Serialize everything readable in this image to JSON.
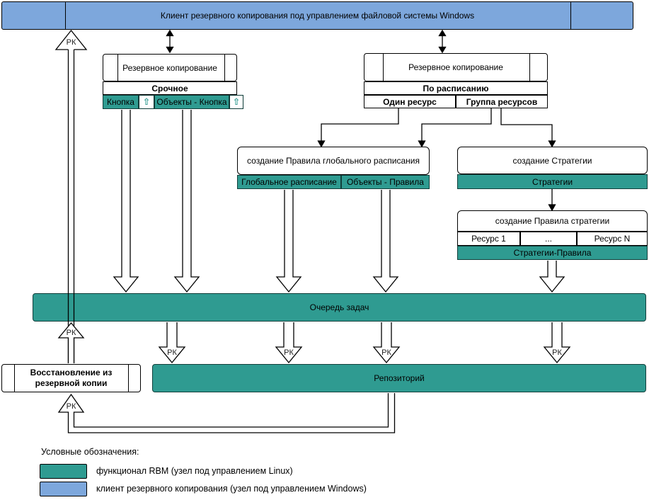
{
  "top_bar": {
    "label": "Клиент резервного копирования под управлением файловой системы Windows"
  },
  "backup_urgent": {
    "title": "Резервное копирование",
    "mode": "Срочное",
    "cells": {
      "button": "Кнопка",
      "objects_button": "Объекты - Кнопка"
    },
    "icon": "⇧"
  },
  "backup_scheduled": {
    "title": "Резервное копирование",
    "mode": "По расписанию",
    "cells": {
      "single": "Один ресурс",
      "group": "Группа ресурсов"
    }
  },
  "global_rule": {
    "title": "создание Правила глобального расписания",
    "cells": {
      "schedule": "Глобальное расписание",
      "objects": "Объекты - Правила"
    }
  },
  "strategy": {
    "title": "создание Стратегии",
    "cell": "Стратегии"
  },
  "strategy_rule": {
    "title": "создание Правила стратегии",
    "cells": {
      "r1": "Ресурс 1",
      "dots": "...",
      "rn": "Ресурс N"
    },
    "bottom": "Стратегии-Правила"
  },
  "queue": {
    "label": "Очередь задач"
  },
  "restore": {
    "label": "Восстановление из резервной копии"
  },
  "repository": {
    "label": "Репозиторий"
  },
  "rk": "РК",
  "legend": {
    "title": "Условные обозначения:",
    "items": [
      {
        "swatch": "teal",
        "label": "функционал RBM (узел под управлением Linux)"
      },
      {
        "swatch": "blue",
        "label": "клиент резервного копирования (узел под управлением Windows)"
      }
    ]
  },
  "colors": {
    "teal": "#2f9b91",
    "blue": "#7da7dc"
  }
}
